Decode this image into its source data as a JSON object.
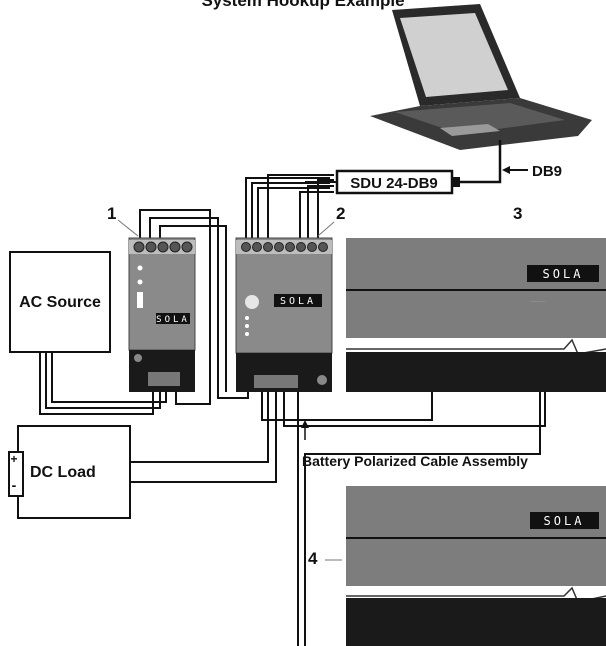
{
  "title": "System Hookup Example",
  "labels": {
    "ac_source": "AC Source",
    "dc_load": "DC Load",
    "db9": "DB9",
    "sdu_cable": "SDU 24-DB9",
    "battery_cable": "Battery Polarized Cable Assembly",
    "unit_1": "1",
    "unit_2": "2",
    "unit_3": "3",
    "unit_4": "4"
  },
  "brand": {
    "unit_1_logo": "SOLA",
    "unit_2_logo": "SOLA",
    "unit_3_logo": "SOLA",
    "unit_4_logo": "SOLA"
  },
  "colors": {
    "module_gray": "#8a8a8a",
    "module_dark": "#1a1a1a",
    "battery_gray": "#7d7d7d",
    "wire": "#111111"
  }
}
